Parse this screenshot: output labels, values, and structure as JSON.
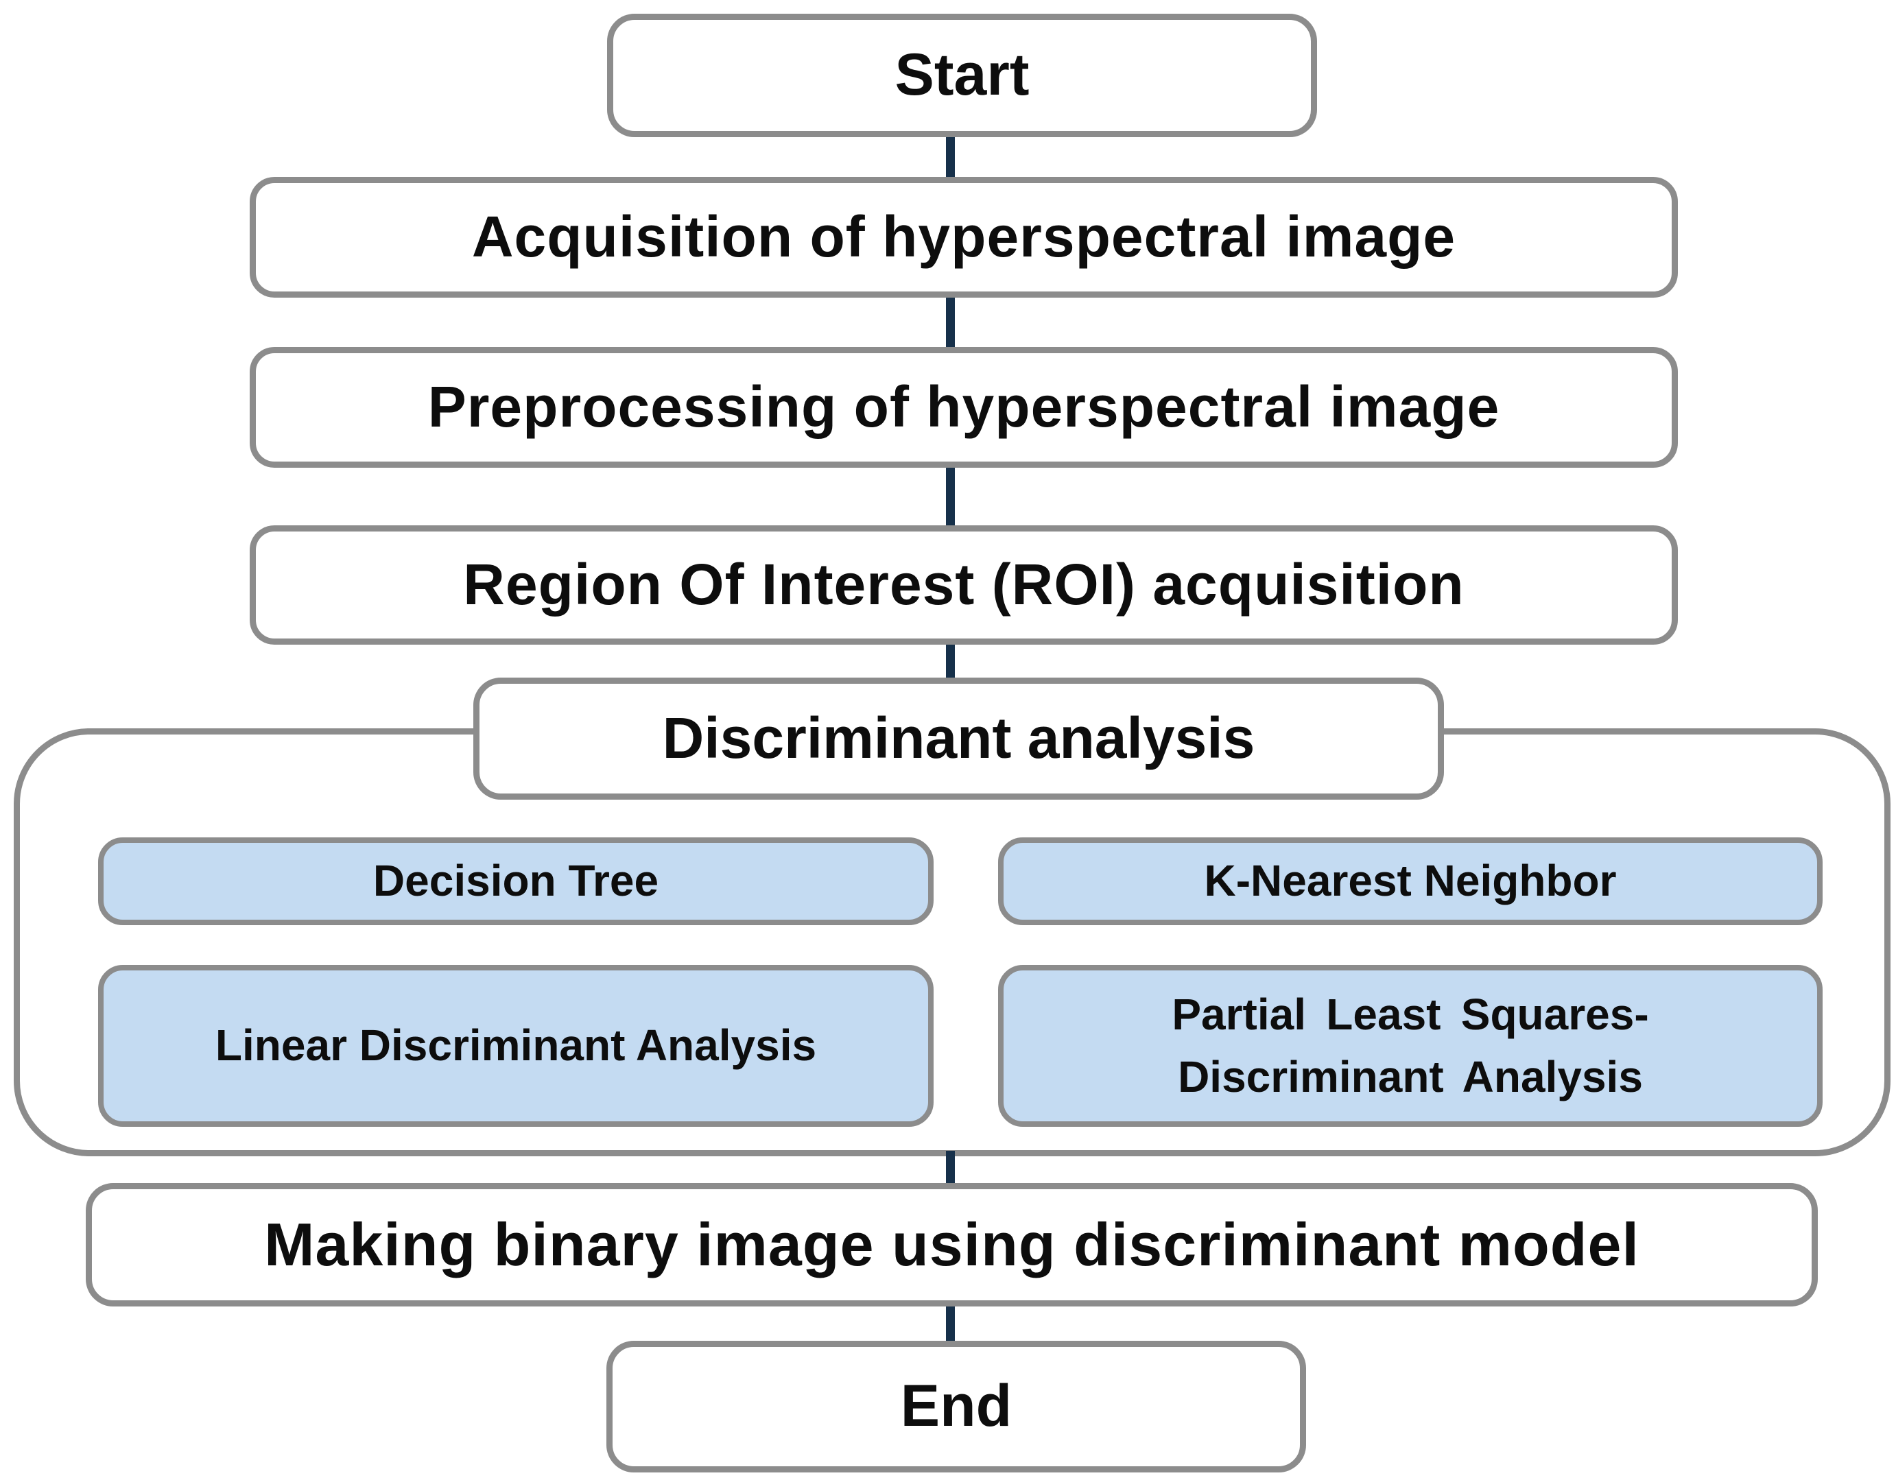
{
  "diagram": {
    "type": "flowchart",
    "nodes": {
      "start": "Start",
      "acquisition": "Acquisition of hyperspectral image",
      "preprocessing": "Preprocessing of hyperspectral image",
      "roi": "Region Of Interest (ROI) acquisition",
      "discriminant_header": "Discriminant analysis",
      "decision_tree": "Decision Tree",
      "knn": "K-Nearest Neighbor",
      "lda": "Linear Discriminant Analysis",
      "plsda_line1": "Partial Least Squares-",
      "plsda_line2": "Discriminant Analysis",
      "binary_image": "Making binary image using discriminant model",
      "end": "End"
    },
    "colors": {
      "c-border": "#8C8C8C",
      "c-line": "#16304A",
      "c-blue": "#C4DBF2",
      "c-fill": "#FFFFFF",
      "c-text": "#0D0D0D"
    }
  }
}
